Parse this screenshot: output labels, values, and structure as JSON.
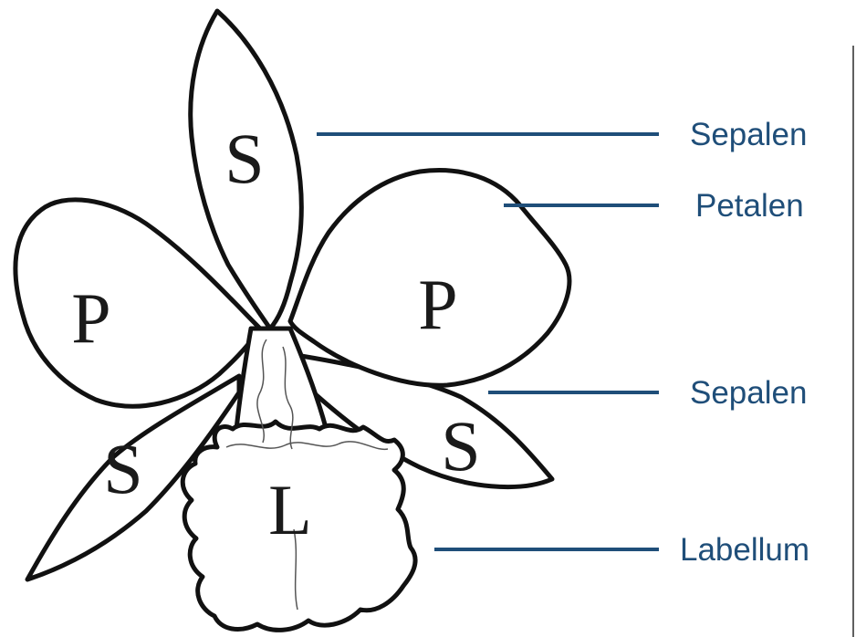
{
  "diagram": {
    "parts": {
      "dorsal_sepal": "S",
      "left_petal": "P",
      "right_petal": "P",
      "left_lateral_sepal": "S",
      "right_lateral_sepal": "S",
      "labellum": "L"
    },
    "labels": {
      "sepals_top": "Sepalen",
      "petals": "Petalen",
      "sepals_lower": "Sepalen",
      "labellum": "Labellum"
    },
    "colors": {
      "label_text": "#1f4e79",
      "outline": "#111111"
    }
  }
}
